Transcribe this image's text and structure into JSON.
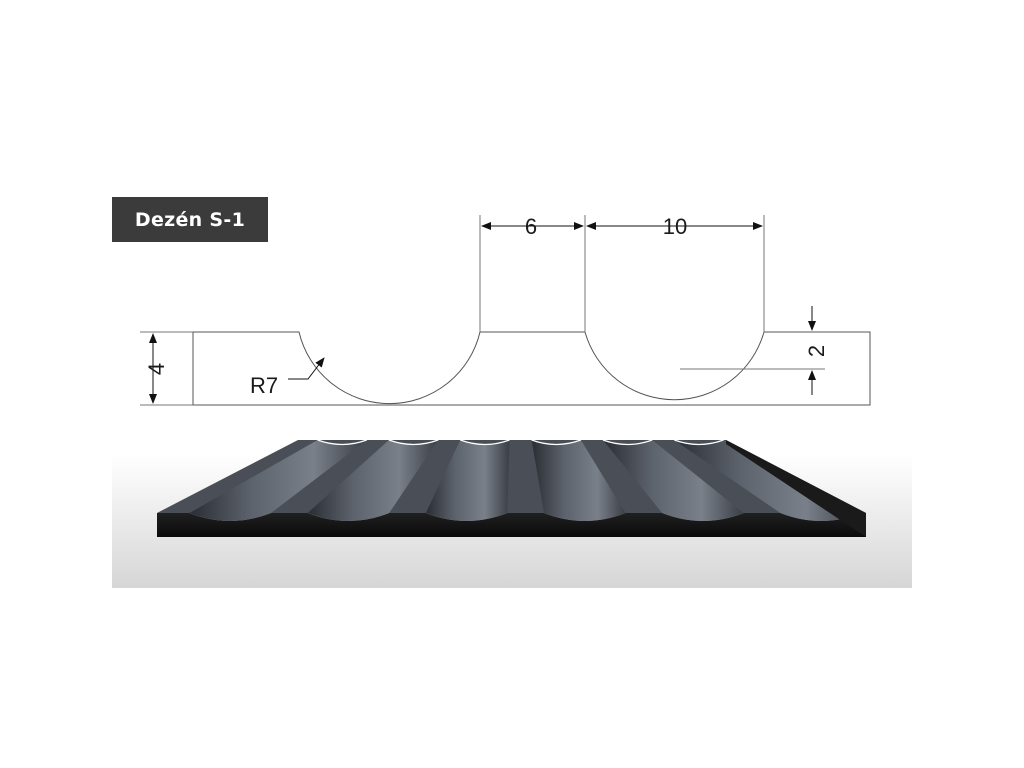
{
  "title": "Dezén S-1",
  "dimensions": {
    "land_width": "6",
    "groove_width": "10",
    "thickness": "4",
    "groove_depth": "2",
    "radius": "R7"
  },
  "colors": {
    "badge": "#3b3b3b",
    "drawing_line": "#333333",
    "mat_top": "#4c5058",
    "mat_side": "#141414",
    "floor_gradient": "#d8d8d8"
  }
}
